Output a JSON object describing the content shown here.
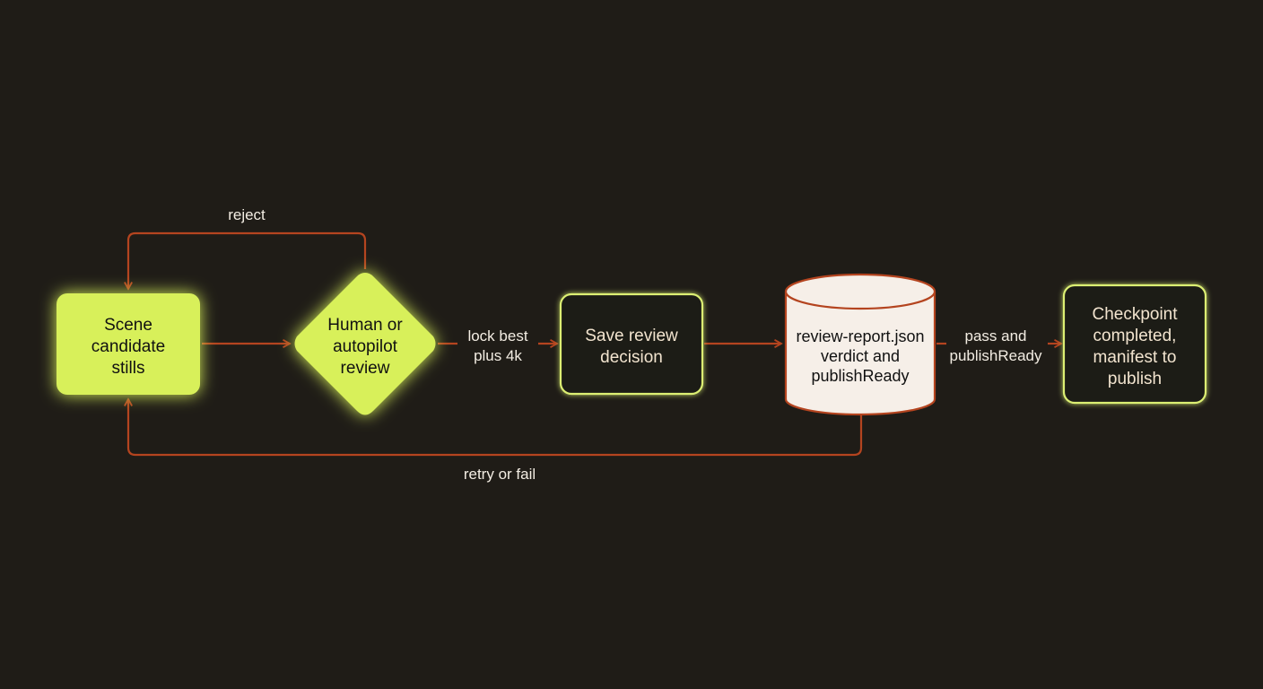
{
  "diagram": {
    "nodes": {
      "scene": {
        "lines": [
          "Scene",
          "candidate",
          "stills"
        ]
      },
      "review": {
        "lines": [
          "Human or",
          "autopilot",
          "review"
        ]
      },
      "save": {
        "lines": [
          "Save review",
          "decision"
        ]
      },
      "report": {
        "lines": [
          "review-report.json",
          "verdict and",
          "publishReady"
        ]
      },
      "checkpoint": {
        "lines": [
          "Checkpoint",
          "completed,",
          "manifest to",
          "publish"
        ]
      }
    },
    "edges": {
      "reject": "reject",
      "lock": [
        "lock best",
        "plus 4k"
      ],
      "pass": [
        "pass and",
        "publishReady"
      ],
      "retry": "retry or fail"
    },
    "colors": {
      "background": "#1f1c17",
      "accent_fill": "#d8f05a",
      "accent_stroke": "#dcef73",
      "arrow": "#b4441f",
      "cylinder_fill": "#f6efe8",
      "node_dark_fill": "#1d1b16",
      "light_text": "#f2e4cf"
    }
  }
}
